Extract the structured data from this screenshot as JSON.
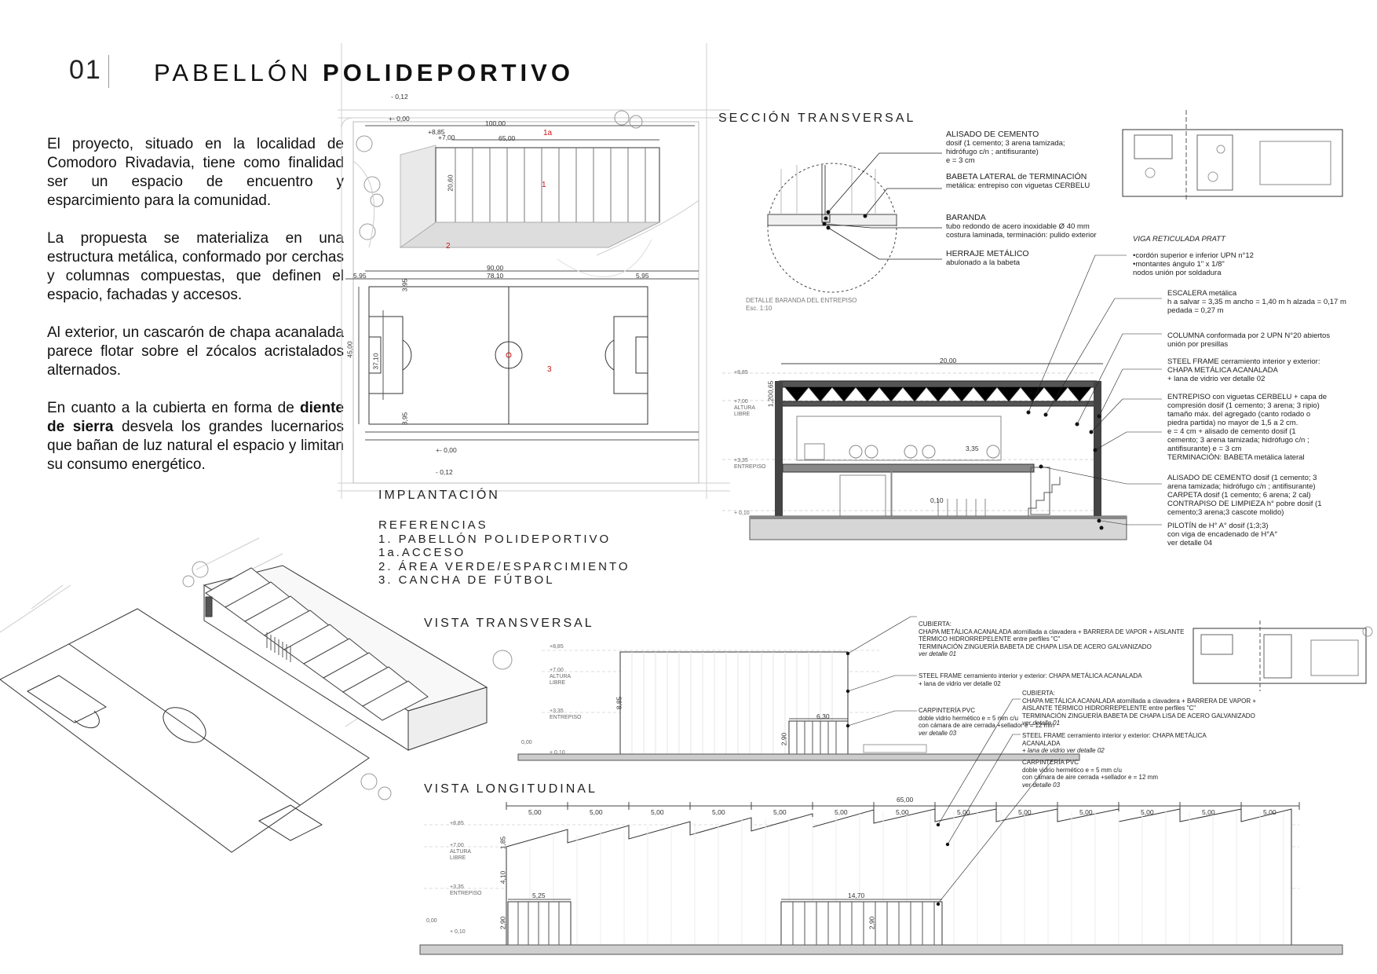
{
  "header": {
    "number": "01",
    "title_light": "PABELLÓN",
    "title_bold": "POLIDEPORTIVO"
  },
  "intro": {
    "p1": "El proyecto, situado en la localidad de Comodoro Rivadavia, tiene como finalidad ser un espacio de encuentro y esparcimiento para la comunidad.",
    "p2": "La propuesta se materializa en una estructura metálica, conformado por cerchas y columnas compuestas, que definen el espacio, fachadas y accesos.",
    "p3": "Al exterior, un cascarón de chapa acanalada parece flotar sobre el zócalos acristalados alternados.",
    "p4_a": "En cuanto a la cubierta en forma de",
    "p4_bold": "diente de sierra",
    "p4_b": "desvela los grandes lucernarios que bañan de luz natural el espacio y limitan su consumo energético."
  },
  "sections": {
    "implantacion": "IMPLANTACIÓN",
    "seccion": "SECCIÓN TRANSVERSAL",
    "vista_t": "VISTA TRANSVERSAL",
    "vista_l": "VISTA LONGITUDINAL"
  },
  "references": {
    "title": "REFERENCIAS",
    "items": [
      "1.  PABELLÓN POLIDEPORTIVO",
      "1a.ACCESO",
      "2. ÁREA VERDE/ESPARCIMIENTO",
      "3. CANCHA DE FÚTBOL"
    ]
  },
  "plan": {
    "lvl_top": "- 0,12",
    "lvl_a": "+- 0,00",
    "lvl_b": "+8,85",
    "lvl_c": "+7,00",
    "d100": "100,00",
    "d65": "65,00",
    "d2060": "20,60",
    "d90": "90,00",
    "d595a": "5,95",
    "d7810": "78,10",
    "d595b": "5,95",
    "d45": "45,00",
    "d3710": "37,10",
    "d395a": "3,95",
    "d395b": "3,95",
    "lvl_d": "+- 0,00",
    "lvl_e": "- 0,12",
    "m1a": "1a",
    "m1": "1",
    "m2": "2",
    "m3": "3"
  },
  "detail": {
    "n1": [
      "ALISADO DE CEMENTO",
      "dosif (1 cemento; 3 arena tamizada;",
      "hidrófugo c/n ; antifisurante)",
      "e = 3 cm"
    ],
    "n2": [
      "BABETA LATERAL de TERMINACIÓN",
      "metálica: entrepiso con viguetas CERBELU"
    ],
    "n3": [
      "BARANDA",
      "tubo redondo de acero inoxidable Ø 40 mm",
      "costura laminada, terminación: pulido exterior"
    ],
    "n4": [
      "HERRAJE METÁLICO",
      "abulonado a la babeta"
    ],
    "caption": [
      "DETALLE BARANDA DEL ENTREPISO",
      "Esc. 1:10"
    ]
  },
  "section_notes": {
    "v1": [
      "VIGA RETICULADA PRATT"
    ],
    "v2": [
      "•cordón superior e inferior UPN n°12",
      "•montantes ángulo 1\" x 1/8\"",
      "nodos unión por soldadura"
    ],
    "v3": [
      "ESCALERA metálica",
      "h a salvar = 3,35 m   ancho = 1,40 m   h alzada = 0,17 m",
      "pedada = 0,27 m"
    ],
    "v4": [
      "COLUMNA conformada por 2 UPN N°20 abiertos",
      "unión por presillas"
    ],
    "v5": [
      "STEEL FRAME cerramiento interior y exterior:",
      "CHAPA METÁLICA ACANALADA",
      "+ lana de vidrio ver detalle 02"
    ],
    "v6": [
      "ENTREPISO con viguetas CERBELU + capa de",
      "compresión dosif (1 cemento; 3 arena; 3 ripio)",
      "tamaño máx. del agregado (canto rodado o",
      "piedra partida) no mayor de 1,5 a 2 cm.",
      "e = 4 cm  +  alisado de cemento dosif (1",
      "cemento; 3 arena tamizada; hidrófugo c/n ;",
      "antifisurante)    e = 3 cm",
      "TERMINACIÓN: BABETA metálica lateral"
    ],
    "v7": [
      "ALISADO DE CEMENTO dosif (1 cemento; 3",
      "arena tamizada; hidrófugo c/n ; antifisurante)",
      "CARPETA dosif (1 cemento; 6 arena; 2 cal)",
      "CONTRAPISO DE LIMPIEZA h° pobre dosif (1",
      "cemento;3 arena;3 cascote molido)"
    ],
    "v8": [
      "PILOTÍN de H° A° dosif (1;3;3)",
      "con viga de encadenado de H°A°",
      "ver detalle 04"
    ],
    "d20": "20,00",
    "d065": "0,65",
    "d120": "1,20",
    "d335": "3,35",
    "d010": "0,10",
    "l885": "+8,85",
    "l700": "+7,00",
    "l700b": "ALTURA",
    "l700c": "LIBRE",
    "l335": "+3,35",
    "l335b": "ENTREPISO",
    "l010": "+ 0,10"
  },
  "vt_notes": {
    "n1": [
      "CUBIERTA:",
      "CHAPA METÁLICA ACANALADA atornillada a clavadera + BARRERA DE VAPOR + AISLANTE",
      "TÉRMICO HIDRORREPELENTE entre perfiles \"C\"",
      "TERMINACIÓN ZINGUERÍA BABETA DE CHAPA LISA DE ACERO GALVANIZADO",
      "ver detalle 01"
    ],
    "n2": [
      "STEEL FRAME cerramiento interior y exterior: CHAPA METÁLICA ACANALADA",
      "+ lana de vidrio ver detalle 02"
    ],
    "n3": [
      "CARPINTERÍA PVC",
      "doble vidrio hermético  e = 5 mm c/u",
      "con cámara de aire cerrada +sellador  e = 12 mm",
      "ver detalle 03"
    ],
    "d630": "6,30",
    "d885": "8,85",
    "d290": "2,90",
    "l885": "+8,85",
    "l700": "+7,00",
    "l700b": "ALTURA",
    "l700c": "LIBRE",
    "l335": "+3,35",
    "l335b": "ENTREPISO",
    "l000": "0,00",
    "l010": "+ 0,10"
  },
  "vl_notes": {
    "n1": [
      "CUBIERTA:",
      "CHAPA METÁLICA ACANALADA atornillada a clavadera + BARRERA DE VAPOR +",
      "AISLANTE TÉRMICO HIDRORREPELENTE entre perfiles \"C\"",
      "TERMINACIÓN ZINGUERÍA BABETA DE CHAPA LISA DE ACERO GALVANIZADO",
      "ver detalle 01"
    ],
    "n2": [
      "STEEL FRAME cerramiento interior y exterior: CHAPA METÁLICA",
      "ACANALADA",
      "+ lana de vidrio ver detalle 02"
    ],
    "n3": [
      "CARPINTERÍA PVC",
      "doble vidrio hermético  e = 5 mm c/u",
      "con cámara de aire cerrada +sellador  e = 12 mm",
      "ver detalle 03"
    ],
    "d65": "65,00",
    "bays": [
      "5,00",
      "5,00",
      "5,00",
      "5,00",
      "5,00",
      "5,00",
      "5,00",
      "5,00",
      "5,00",
      "5,00",
      "5,00",
      "5,00",
      "5,00"
    ],
    "d525": "5,25",
    "d1470": "14,70",
    "d185": "1,85",
    "d410": "4,10",
    "d290a": "2,90",
    "d290b": "2,90",
    "l885": "+8,85",
    "l700": "+7,00",
    "l700b": "ALTURA",
    "l700c": "LIBRE",
    "l335": "+3,35",
    "l335b": "ENTREPISO",
    "l000": "0,00",
    "l010": "+ 0,10"
  }
}
